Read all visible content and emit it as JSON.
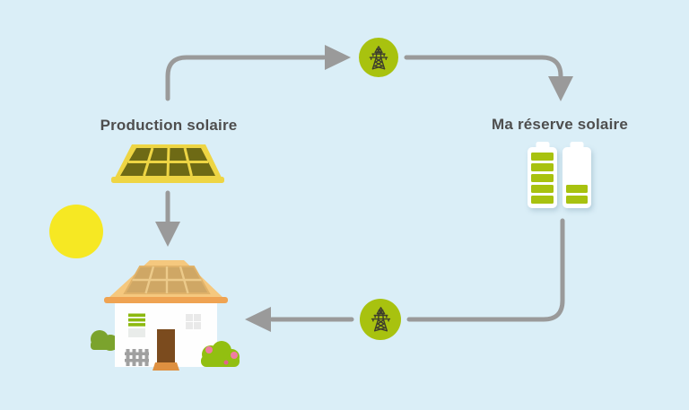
{
  "labels": {
    "production": "Production solaire",
    "reserve": "Ma réserve solaire"
  },
  "reserve": {
    "batteries": [
      {
        "name": "battery-full",
        "bars": 5,
        "max_bars": 5
      },
      {
        "name": "battery-low",
        "bars": 2,
        "max_bars": 5
      }
    ]
  },
  "icons": {
    "grid_top": "pylon-icon",
    "grid_bottom": "pylon-icon",
    "sun": "sun-icon",
    "solar_panel": "solar-panel-icon",
    "house": "house-icon",
    "battery": "battery-icon"
  },
  "colors": {
    "background": "#daeef7",
    "arrow_gray": "#9a9a9a",
    "accent_green": "#a8c20f",
    "sun_yellow": "#f6e823",
    "text_gray": "#4e4e4e",
    "battery_bar_green": "#a8c20f"
  }
}
